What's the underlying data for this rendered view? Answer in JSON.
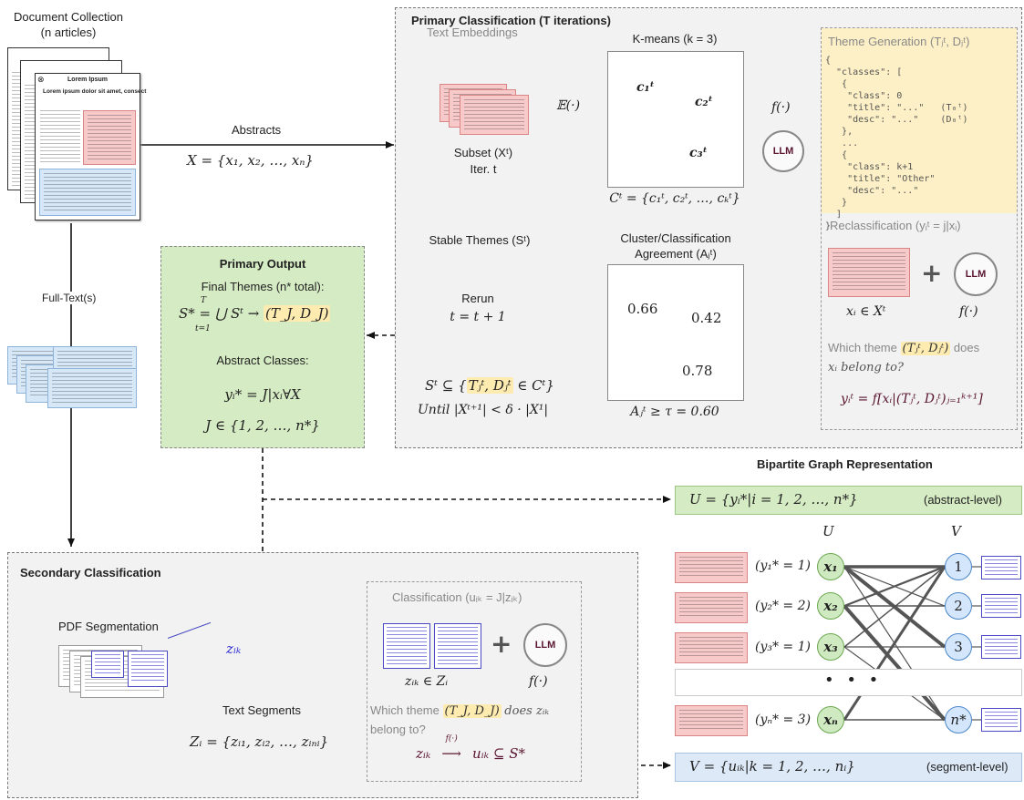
{
  "doc_collection": {
    "title": "Document Collection",
    "subtitle": "(n articles)"
  },
  "doc_card": {
    "header": "Lorem Ipsum",
    "subheader": "Lorem ipsum dolor sit amet, consect"
  },
  "abstracts": {
    "label": "Abstracts",
    "formula": "X = {x₁, x₂, …, xₙ}"
  },
  "fulltext": {
    "label": "Full-Text(s)"
  },
  "primary": {
    "title": "Primary Classification (T iterations)",
    "text_embeddings": "Text Embeddings",
    "embed_fn": "𝔼(·)",
    "subset_label": "Subset (Xᵗ)",
    "iter_label": "Iter. t",
    "kmeans_title": "K-means (k = 3)",
    "centroids_formula": "Cᵗ = {c₁ᵗ, c₂ᵗ, …, cₖᵗ}",
    "centroid_labels": [
      "c₁ᵗ",
      "c₂ᵗ",
      "c₃ᵗ"
    ],
    "f_label": "f(·)",
    "llm_label": "LLM",
    "theme_gen_title": "Theme Generation (Tⱼᵗ, Dⱼᵗ)",
    "theme_json": "{\n  \"classes\": [\n   {\n    \"class\": 0\n    \"title\": \"...\"   (T₀ᵗ)\n    \"desc\": \"...\"    (D₀ᵗ)\n   },\n   ...\n   {\n    \"class\": k+1\n    \"title\": \"Other\"\n    \"desc\": \"...\"\n   }\n  ]\n}",
    "reclass_title": "Reclassification (yᵢᵗ = j|xᵢ)",
    "xi_label": "xᵢ ∈ Xᵗ",
    "f_label2": "f(·)",
    "which_theme_1": "Which theme",
    "which_theme_hl": "(Tⱼᵗ, Dⱼᵗ)",
    "which_theme_2": "does",
    "which_theme_3": "xᵢ belong to?",
    "reclass_formula": "yᵢᵗ = f[xᵢ|(Tⱼᵗ, Dⱼᵗ)ⱼ₌₁ᵏ⁺¹]",
    "agreement_title_1": "Cluster/Classification",
    "agreement_title_2": "Agreement (Aⱼᵗ)",
    "agreement_values": [
      "0.66",
      "0.42",
      "0.78"
    ],
    "agreement_threshold": "Aⱼᵗ ≥ τ = 0.60",
    "stable_title": "Stable Themes (Sᵗ)",
    "rerun_1": "Rerun",
    "rerun_2": "t = t + 1",
    "stable_formula_a": "Sᵗ ⊆ {",
    "stable_formula_hl": "Tⱼᵗ, Dⱼᵗ",
    "stable_formula_b": "∈ Cᵗ}",
    "until_formula": "Until |Xᵗ⁺¹| < δ · |X¹|"
  },
  "primary_output": {
    "title": "Primary Output",
    "final_themes": "Final Themes (n* total):",
    "s_star_a": "S* = ⋃ Sᵗ →",
    "s_star_hl": "(T_J, D_J)",
    "union_top": "T",
    "union_bottom": "t=1",
    "abstract_classes": "Abstract Classes:",
    "y_star": "yᵢ* = J|xᵢ∀X",
    "j_set": "J ∈ {1, 2, …, n*}"
  },
  "secondary": {
    "title": "Secondary Classification",
    "pdf_seg": "PDF Segmentation",
    "z_ik": "zᵢₖ",
    "text_segments": "Text Segments",
    "z_formula": "Zᵢ = {zᵢ₁, zᵢ₂, …, zᵢₙᵢ}",
    "class_title": "Classification (uᵢₖ = J|zᵢₖ)",
    "z_in": "zᵢₖ ∈ Zᵢ",
    "f_label": "f(·)",
    "llm_label": "LLM",
    "which_1": "Which theme",
    "which_hl": "(T_J, D_J)",
    "which_2": "does zᵢₖ",
    "which_3": "belong to?",
    "map_a": "zᵢₖ",
    "map_f": "f(·)",
    "map_b": "uᵢₖ ⊆ S*"
  },
  "bipartite": {
    "title": "Bipartite Graph Representation",
    "u_formula": "U = {yᵢ*|i = 1, 2, …, n*}",
    "u_level": "(abstract-level)",
    "v_formula": "V = {uᵢₖ|k = 1, 2, …, nᵢ}",
    "v_level": "(segment-level)",
    "u_col": "U",
    "v_col": "V",
    "u_nodes": [
      "x₁",
      "x₂",
      "x₃",
      "xₙ"
    ],
    "v_nodes": [
      "1",
      "2",
      "3",
      "n*"
    ],
    "y_labels": [
      "(y₁* = 1)",
      "(y₂* = 2)",
      "(y₃* = 1)",
      "(yₙ* = 3)"
    ],
    "dots": "• • •"
  },
  "colors": {
    "purple": "#b79ad6",
    "orange": "#f5a623",
    "green": "#3cab6a",
    "yellow_bg": "#fdf0c6",
    "green_bg": "#d5ebc3",
    "blue_bg": "#dde9f7"
  }
}
